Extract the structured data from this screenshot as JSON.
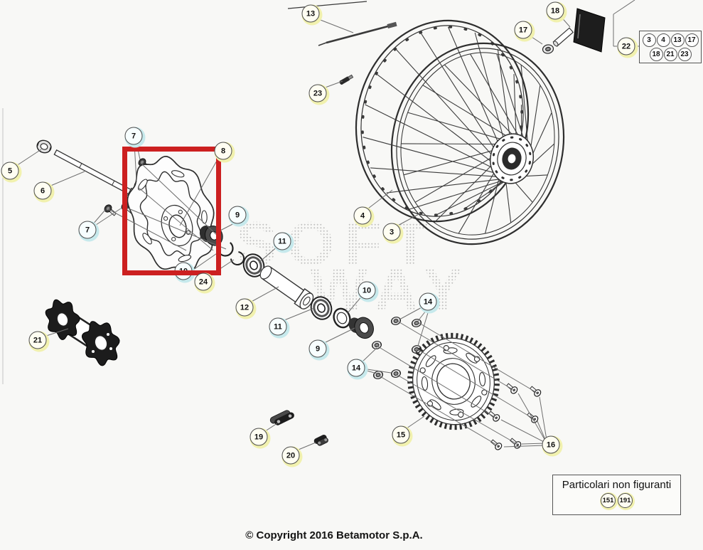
{
  "diagram": {
    "watermark": {
      "line1": "SOFT",
      "line2": "WAY"
    },
    "copyright": "© Copyright 2016 Betamotor S.p.A.",
    "legend": {
      "title": "Particolari non figuranti",
      "items": [
        "151",
        "191"
      ]
    },
    "group_box": {
      "items": [
        "3",
        "4",
        "13",
        "17",
        "18",
        "21",
        "23"
      ]
    },
    "colors": {
      "highlight_box": "#cc2020",
      "callout_yellow_glow": "#f1f1ae",
      "callout_cyan_glow": "#c6e9ec"
    },
    "callouts": [
      {
        "label": "13",
        "style": "yellow"
      },
      {
        "label": "18",
        "style": "yellow"
      },
      {
        "label": "17",
        "style": "yellow"
      },
      {
        "label": "22",
        "style": "yellow"
      },
      {
        "label": "23",
        "style": "yellow"
      },
      {
        "label": "7",
        "style": "cyan"
      },
      {
        "label": "8",
        "style": "yellow"
      },
      {
        "label": "5",
        "style": "yellow"
      },
      {
        "label": "6",
        "style": "yellow"
      },
      {
        "label": "9",
        "style": "cyan"
      },
      {
        "label": "4",
        "style": "yellow"
      },
      {
        "label": "7",
        "style": "cyan"
      },
      {
        "label": "3",
        "style": "yellow"
      },
      {
        "label": "11",
        "style": "cyan"
      },
      {
        "label": "10",
        "style": "cyan"
      },
      {
        "label": "24",
        "style": "yellow"
      },
      {
        "label": "10",
        "style": "cyan"
      },
      {
        "label": "14",
        "style": "cyan"
      },
      {
        "label": "12",
        "style": "yellow"
      },
      {
        "label": "11",
        "style": "cyan"
      },
      {
        "label": "21",
        "style": "yellow"
      },
      {
        "label": "9",
        "style": "cyan"
      },
      {
        "label": "14",
        "style": "cyan"
      },
      {
        "label": "15",
        "style": "yellow"
      },
      {
        "label": "19",
        "style": "yellow"
      },
      {
        "label": "16",
        "style": "yellow"
      },
      {
        "label": "20",
        "style": "yellow"
      }
    ]
  }
}
